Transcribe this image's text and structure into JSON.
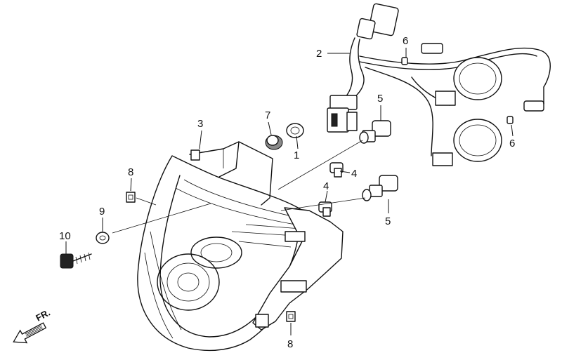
{
  "callouts": {
    "c1": "1",
    "c2": "2",
    "c3": "3",
    "c4a": "4",
    "c4b": "4",
    "c5a": "5",
    "c5b": "5",
    "c6a": "6",
    "c6b": "6",
    "c7": "7",
    "c8a": "8",
    "c8b": "8",
    "c9": "9",
    "c10": "10"
  },
  "front_indicator": "FR."
}
